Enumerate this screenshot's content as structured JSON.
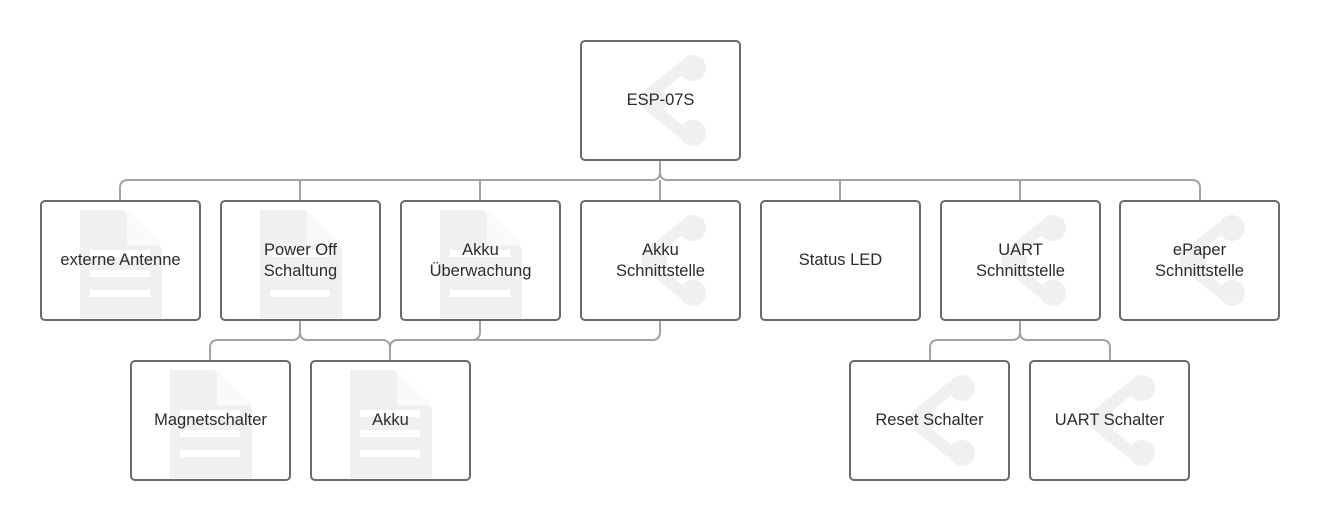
{
  "diagram": {
    "colors": {
      "border": "#6a6a6a",
      "connector": "#a3a3a3",
      "icon": "#f0f0f0",
      "text": "#2b2b2b"
    },
    "nodes": [
      {
        "id": "esp",
        "label": "ESP-07S",
        "icon": "share-icon"
      },
      {
        "id": "antenne",
        "label": "externe Antenne",
        "icon": "document-icon"
      },
      {
        "id": "poweroff",
        "label": "Power Off\nSchaltung",
        "icon": "document-icon"
      },
      {
        "id": "akkuueb",
        "label": "Akku\nÜberwachung",
        "icon": "document-icon"
      },
      {
        "id": "akkuschnitt",
        "label": "Akku\nSchnittstelle",
        "icon": "share-icon"
      },
      {
        "id": "statusled",
        "label": "Status LED",
        "icon": "none"
      },
      {
        "id": "uart",
        "label": "UART\nSchnittstelle",
        "icon": "share-icon"
      },
      {
        "id": "epaper",
        "label": "ePaper\nSchnittstelle",
        "icon": "share-icon"
      },
      {
        "id": "magnet",
        "label": "Magnetschalter",
        "icon": "document-icon"
      },
      {
        "id": "akku",
        "label": "Akku",
        "icon": "document-icon"
      },
      {
        "id": "reset",
        "label": "Reset Schalter",
        "icon": "share-icon"
      },
      {
        "id": "uartschalter",
        "label": "UART Schalter",
        "icon": "share-icon"
      }
    ],
    "edges": [
      [
        "esp",
        "antenne"
      ],
      [
        "esp",
        "poweroff"
      ],
      [
        "esp",
        "akkuueb"
      ],
      [
        "esp",
        "akkuschnitt"
      ],
      [
        "esp",
        "statusled"
      ],
      [
        "esp",
        "uart"
      ],
      [
        "esp",
        "epaper"
      ],
      [
        "poweroff",
        "magnet"
      ],
      [
        "poweroff",
        "akku"
      ],
      [
        "akkuueb",
        "akku"
      ],
      [
        "akkuschnitt",
        "akku"
      ],
      [
        "uart",
        "reset"
      ],
      [
        "uart",
        "uartschalter"
      ]
    ]
  }
}
